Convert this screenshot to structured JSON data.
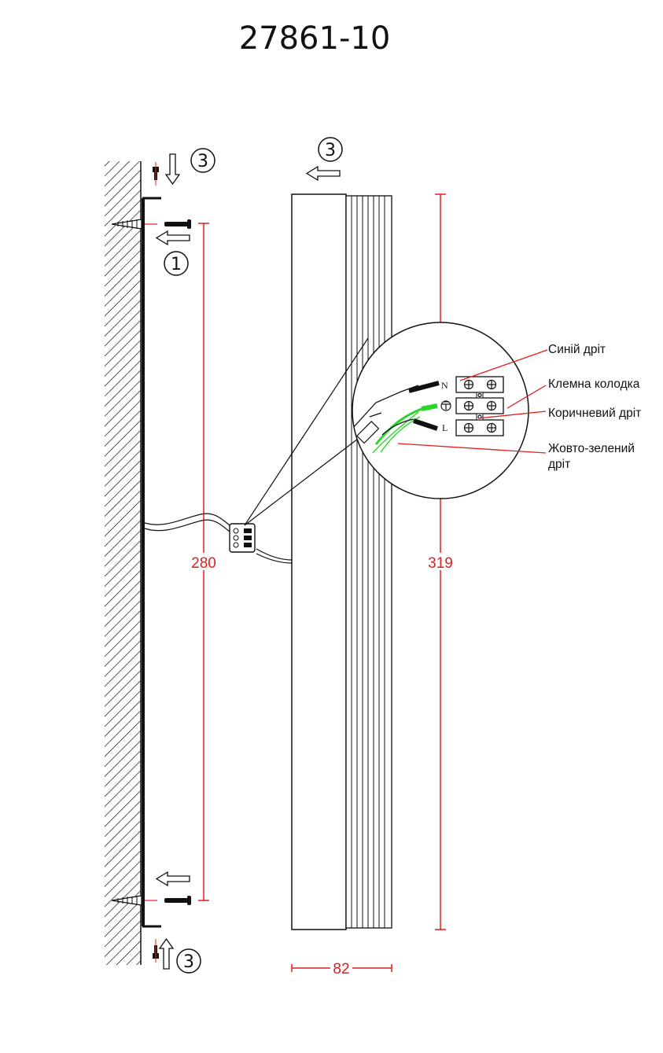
{
  "title": "27861-10",
  "dimensions": {
    "mount_height": "280",
    "fixture_height": "319",
    "fixture_depth": "82"
  },
  "step_labels": {
    "step1": "1",
    "step3": "3"
  },
  "terminal_letters": {
    "neutral": "N",
    "live": "L"
  },
  "callouts": {
    "blue_wire": "Синій дріт",
    "terminal_block": "Клемна колодка",
    "brown_wire": "Коричневий дріт",
    "yellow_green_wire_line1": "Жовто-зелений",
    "yellow_green_wire_line2": "дріт"
  },
  "colors": {
    "dimension": "#e01e1e",
    "ground_wire": "#2bd62b",
    "line": "#111111"
  }
}
